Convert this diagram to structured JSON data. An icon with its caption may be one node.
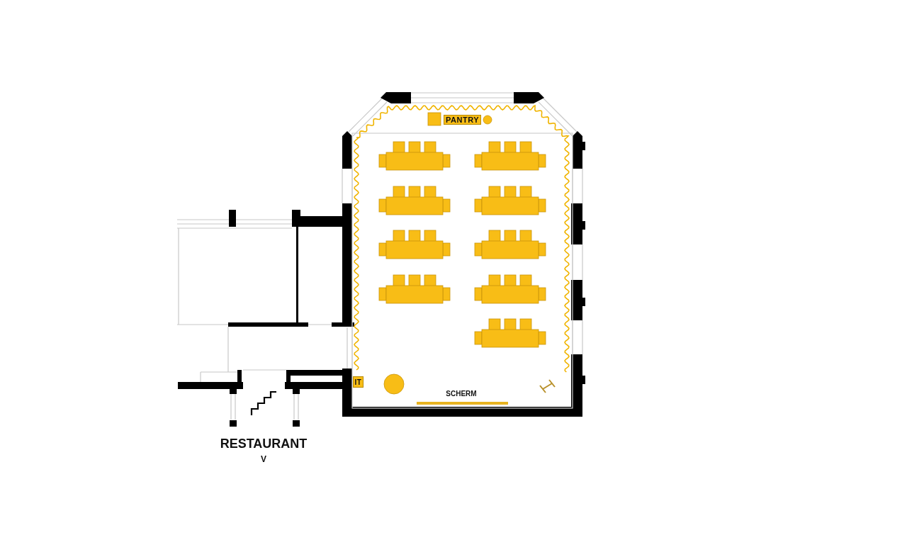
{
  "diagram": {
    "nodes": [
      {
        "text": [
          "PANTRY"
        ]
      },
      {
        "text": [
          "IT"
        ]
      }
    ],
    "labels": [
      "SCHERM",
      "RESTAURANT",
      "V"
    ]
  }
}
